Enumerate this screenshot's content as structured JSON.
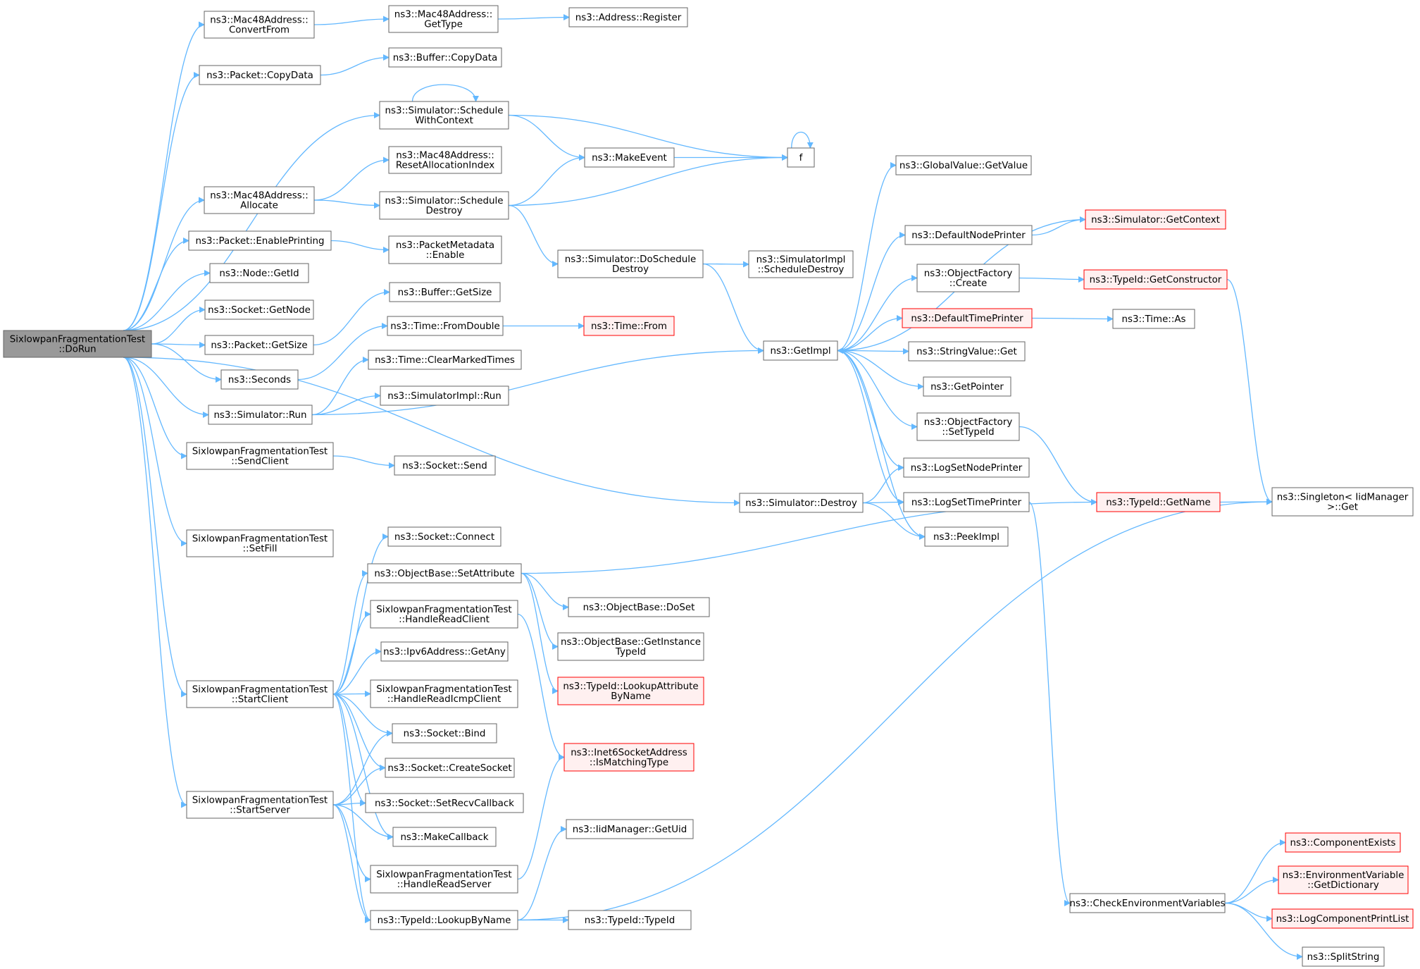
{
  "colors": {
    "edge": "#63b8ff",
    "node_border": "#666666",
    "node_fill": "#ffffff",
    "root_fill": "#999999",
    "root_border": "#666666",
    "trunc_fill": "#fff0f0",
    "trunc_border": "#ff0000"
  },
  "nodes": {
    "root": {
      "lines": [
        "SixlowpanFragmentationTest",
        "::DoRun"
      ]
    },
    "mac_convertfrom": {
      "lines": [
        "ns3::Mac48Address::",
        "ConvertFrom"
      ]
    },
    "mac_gettype": {
      "lines": [
        "ns3::Mac48Address::",
        "GetType"
      ]
    },
    "addr_register": {
      "lines": [
        "ns3::Address::Register"
      ]
    },
    "pkt_copydata": {
      "lines": [
        "ns3::Packet::CopyData"
      ]
    },
    "buf_copydata": {
      "lines": [
        "ns3::Buffer::CopyData"
      ]
    },
    "sched_ctx": {
      "lines": [
        "ns3::Simulator::Schedule",
        "WithContext"
      ]
    },
    "mac_reset": {
      "lines": [
        "ns3::Mac48Address::",
        "ResetAllocationIndex"
      ]
    },
    "makeevent": {
      "lines": [
        "ns3::MakeEvent"
      ]
    },
    "f": {
      "lines": [
        "f"
      ]
    },
    "mac_allocate": {
      "lines": [
        "ns3::Mac48Address::",
        "Allocate"
      ]
    },
    "sched_destroy": {
      "lines": [
        "ns3::Simulator::Schedule",
        "Destroy"
      ]
    },
    "pkt_enableprint": {
      "lines": [
        "ns3::Packet::EnablePrinting"
      ]
    },
    "pktmeta_enable": {
      "lines": [
        "ns3::PacketMetadata",
        "::Enable"
      ]
    },
    "doschedule_destroy": {
      "lines": [
        "ns3::Simulator::DoSchedule",
        "Destroy"
      ]
    },
    "simimpl_scheddestroy": {
      "lines": [
        "ns3::SimulatorImpl",
        "::ScheduleDestroy"
      ]
    },
    "node_getid": {
      "lines": [
        "ns3::Node::GetId"
      ]
    },
    "socket_getnode": {
      "lines": [
        "ns3::Socket::GetNode"
      ]
    },
    "buf_getsize": {
      "lines": [
        "ns3::Buffer::GetSize"
      ]
    },
    "pkt_getsize": {
      "lines": [
        "ns3::Packet::GetSize"
      ]
    },
    "time_fromdouble": {
      "lines": [
        "ns3::Time::FromDouble"
      ]
    },
    "time_from": {
      "lines": [
        "ns3::Time::From"
      ]
    },
    "seconds": {
      "lines": [
        "ns3::Seconds"
      ]
    },
    "time_clearmarked": {
      "lines": [
        "ns3::Time::ClearMarkedTimes"
      ]
    },
    "sim_run": {
      "lines": [
        "ns3::Simulator::Run"
      ]
    },
    "simimpl_run": {
      "lines": [
        "ns3::SimulatorImpl::Run"
      ]
    },
    "getimpl": {
      "lines": [
        "ns3::GetImpl"
      ]
    },
    "gv_getvalue": {
      "lines": [
        "ns3::GlobalValue::GetValue"
      ]
    },
    "default_node_printer": {
      "lines": [
        "ns3::DefaultNodePrinter"
      ]
    },
    "sim_getcontext": {
      "lines": [
        "ns3::Simulator::GetContext"
      ]
    },
    "objfac_create": {
      "lines": [
        "ns3::ObjectFactory",
        "::Create"
      ]
    },
    "typeid_getctor": {
      "lines": [
        "ns3::TypeId::GetConstructor"
      ]
    },
    "default_time_printer": {
      "lines": [
        "ns3::DefaultTimePrinter"
      ]
    },
    "time_as": {
      "lines": [
        "ns3::Time::As"
      ]
    },
    "stringvalue_get": {
      "lines": [
        "ns3::StringValue::Get"
      ]
    },
    "getpointer": {
      "lines": [
        "ns3::GetPointer"
      ]
    },
    "objfac_settypeid": {
      "lines": [
        "ns3::ObjectFactory",
        "::SetTypeId"
      ]
    },
    "sendclient": {
      "lines": [
        "SixlowpanFragmentationTest",
        "::SendClient"
      ]
    },
    "socket_send": {
      "lines": [
        "ns3::Socket::Send"
      ]
    },
    "sim_destroy": {
      "lines": [
        "ns3::Simulator::Destroy"
      ]
    },
    "logsetnode": {
      "lines": [
        "ns3::LogSetNodePrinter"
      ]
    },
    "logsettime": {
      "lines": [
        "ns3::LogSetTimePrinter"
      ]
    },
    "typeid_getname": {
      "lines": [
        "ns3::TypeId::GetName"
      ]
    },
    "singleton_get": {
      "lines": [
        "ns3::Singleton< IidManager",
        ">::Get"
      ]
    },
    "peekimpl": {
      "lines": [
        "ns3::PeekImpl"
      ]
    },
    "setfill": {
      "lines": [
        "SixlowpanFragmentationTest",
        "::SetFill"
      ]
    },
    "socket_connect": {
      "lines": [
        "ns3::Socket::Connect"
      ]
    },
    "objbase_setattr": {
      "lines": [
        "ns3::ObjectBase::SetAttribute"
      ]
    },
    "objbase_doset": {
      "lines": [
        "ns3::ObjectBase::DoSet"
      ]
    },
    "handlereadclient": {
      "lines": [
        "SixlowpanFragmentationTest",
        "::HandleReadClient"
      ]
    },
    "objbase_getinst": {
      "lines": [
        "ns3::ObjectBase::GetInstance",
        "TypeId"
      ]
    },
    "ipv6_getany": {
      "lines": [
        "ns3::Ipv6Address::GetAny"
      ]
    },
    "typeid_lookupattr": {
      "lines": [
        "ns3::TypeId::LookupAttribute",
        "ByName"
      ]
    },
    "startclient": {
      "lines": [
        "SixlowpanFragmentationTest",
        "::StartClient"
      ]
    },
    "handlereadicmp": {
      "lines": [
        "SixlowpanFragmentationTest",
        "::HandleReadIcmpClient"
      ]
    },
    "socket_bind": {
      "lines": [
        "ns3::Socket::Bind"
      ]
    },
    "inet6_ismatching": {
      "lines": [
        "ns3::Inet6SocketAddress",
        "::IsMatchingType"
      ]
    },
    "socket_create": {
      "lines": [
        "ns3::Socket::CreateSocket"
      ]
    },
    "startserver": {
      "lines": [
        "SixlowpanFragmentationTest",
        "::StartServer"
      ]
    },
    "socket_setrecv": {
      "lines": [
        "ns3::Socket::SetRecvCallback"
      ]
    },
    "makecallback": {
      "lines": [
        "ns3::MakeCallback"
      ]
    },
    "iid_getuid": {
      "lines": [
        "ns3::IidManager::GetUid"
      ]
    },
    "handlereadserver": {
      "lines": [
        "SixlowpanFragmentationTest",
        "::HandleReadServer"
      ]
    },
    "comp_exists": {
      "lines": [
        "ns3::ComponentExists"
      ]
    },
    "envvar_getdict": {
      "lines": [
        "ns3::EnvironmentVariable",
        "::GetDictionary"
      ]
    },
    "check_env": {
      "lines": [
        "ns3::CheckEnvironmentVariables"
      ]
    },
    "logcomp_printlist": {
      "lines": [
        "ns3::LogComponentPrintList"
      ]
    },
    "typeid_lookupbyname": {
      "lines": [
        "ns3::TypeId::LookupByName"
      ]
    },
    "typeid_typeid": {
      "lines": [
        "ns3::TypeId::TypeId"
      ]
    },
    "splitstring": {
      "lines": [
        "ns3::SplitString"
      ]
    }
  }
}
